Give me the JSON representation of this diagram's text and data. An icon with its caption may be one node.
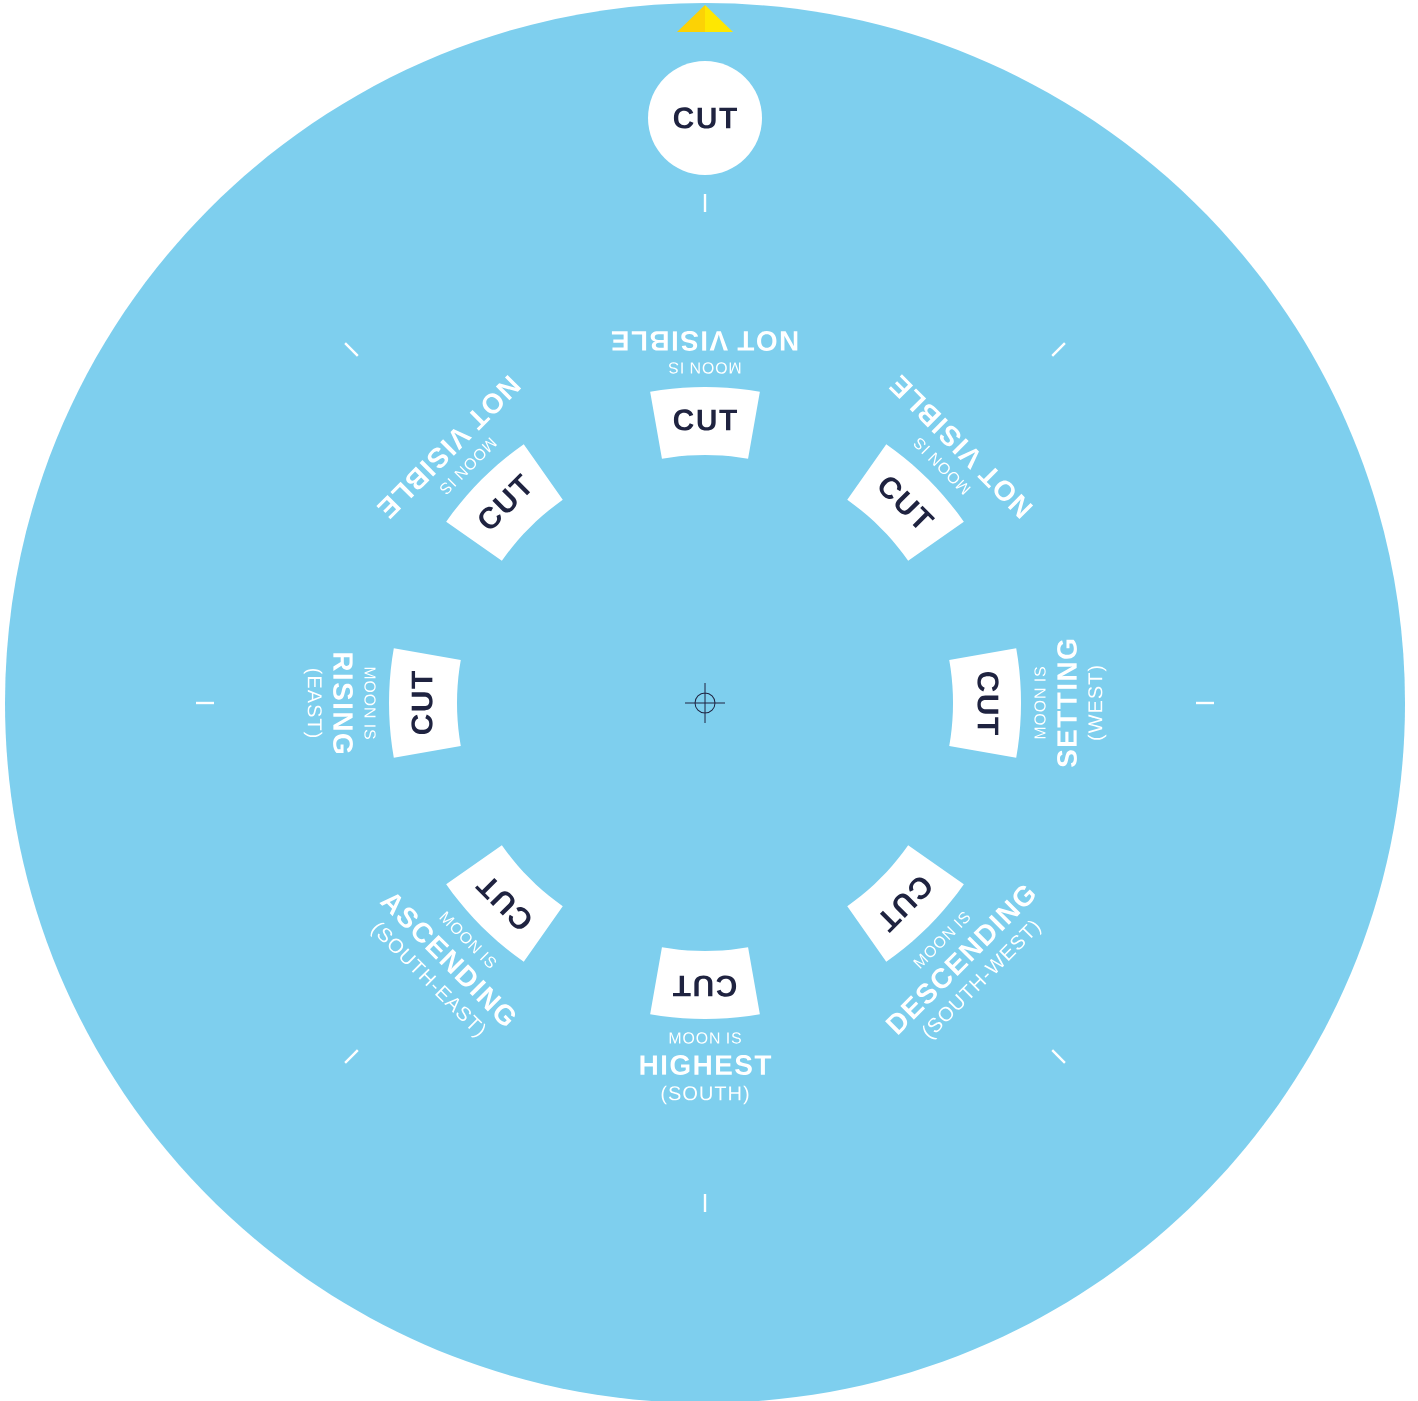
{
  "diagram": {
    "nodes": [
      {
        "text": [],
        "shape": "circle"
      },
      {
        "text": [
          "CUT"
        ],
        "in": 0
      },
      {
        "text": [
          "CUT"
        ],
        "in": 0,
        "beside": [
          "MOON IS",
          "NOT VISIBLE"
        ]
      },
      {
        "text": [
          "CUT"
        ],
        "in": 0,
        "beside": [
          "MOON IS",
          "NOT VISIBLE"
        ]
      },
      {
        "text": [
          "CUT"
        ],
        "in": 0,
        "beside": [
          "MOON IS",
          "NOT VISIBLE"
        ]
      },
      {
        "text": [
          "CUT"
        ],
        "in": 0,
        "beside": [
          "MOON IS",
          "RISING",
          "(EAST)"
        ]
      },
      {
        "text": [
          "CUT"
        ],
        "in": 0,
        "beside": [
          "MOON IS",
          "SETTING",
          "(WEST)"
        ]
      },
      {
        "text": [
          "CUT"
        ],
        "in": 0,
        "beside": [
          "MOON IS",
          "ASCENDING",
          "(SOUTH-EAST)"
        ]
      },
      {
        "text": [
          "CUT"
        ],
        "in": 0,
        "beside": [
          "MOON IS",
          "HIGHEST",
          "(SOUTH)"
        ]
      },
      {
        "text": [
          "CUT"
        ],
        "in": 0,
        "beside": [
          "MOON IS",
          "DESCENDING",
          "(SOUTH-WEST)"
        ]
      }
    ]
  }
}
